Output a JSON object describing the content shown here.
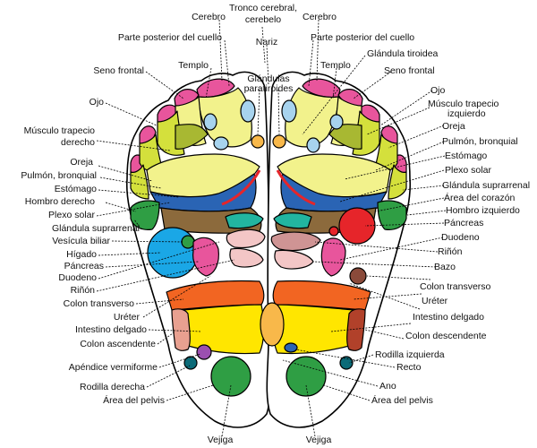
{
  "colors": {
    "outline": "#000000",
    "pink": "#e8559c",
    "light_yellow": "#f2f28c",
    "yellow_green": "#d4e03c",
    "olive": "#a8b832",
    "green": "#2f9e44",
    "blue": "#2a64b4",
    "sky": "#1aa7e6",
    "light_blue": "#a7d3ee",
    "teal": "#22b5a0",
    "brown": "#8c6a3c",
    "light_pink": "#f3c6c6",
    "mauve": "#cf9494",
    "red": "#e6252a",
    "orange": "#f26522",
    "yellow": "#ffe600",
    "salmon": "#e8a090",
    "rust": "#b1412a",
    "dark_teal": "#0c6b78",
    "purple": "#9b4fb0",
    "dark_brown": "#8a4a3a",
    "light_orange": "#f8b84a"
  },
  "labels": {
    "left": [
      "Cerebro",
      "Parte posterior del cuello",
      "Templo",
      "Seno frontal",
      "Ojo",
      "Músculo trapecio",
      "derecho",
      "Oreja",
      "Pulmón, bronquial",
      "Estómago",
      "Hombro derecho",
      "Plexo solar",
      "Glándula suprarrenal",
      "Vesícula biliar",
      "Hígado",
      "Páncreas",
      "Duodeno",
      "Riñón",
      "Colon transverso",
      "Uréter",
      "Intestino delgado",
      "Colon ascendente",
      "Apéndice vermiforme",
      "Rodilla derecha",
      "Área del pelvis",
      "Vejiga"
    ],
    "center": [
      "Tronco cerebral,",
      "cerebelo",
      "Nariz",
      "Glándulas",
      "paratiroides"
    ],
    "right": [
      "Cerebro",
      "Parte posterior del cuello",
      "Glándula tiroidea",
      "Templo",
      "Seno frontal",
      "Ojo",
      "Músculo trapecio",
      "izquierdo",
      "Oreja",
      "Pulmón, bronquial",
      "Estómago",
      "Plexo solar",
      "Glándula suprarrenal",
      "Área del corazón",
      "Hombro izquierdo",
      "Páncreas",
      "Duodeno",
      "Riñón",
      "Bazo",
      "Colon transverso",
      "Uréter",
      "Intestino delgado",
      "Colon descendente",
      "Rodilla izquierda",
      "Recto",
      "Ano",
      "Área del pelvis",
      "Vejiga"
    ]
  }
}
